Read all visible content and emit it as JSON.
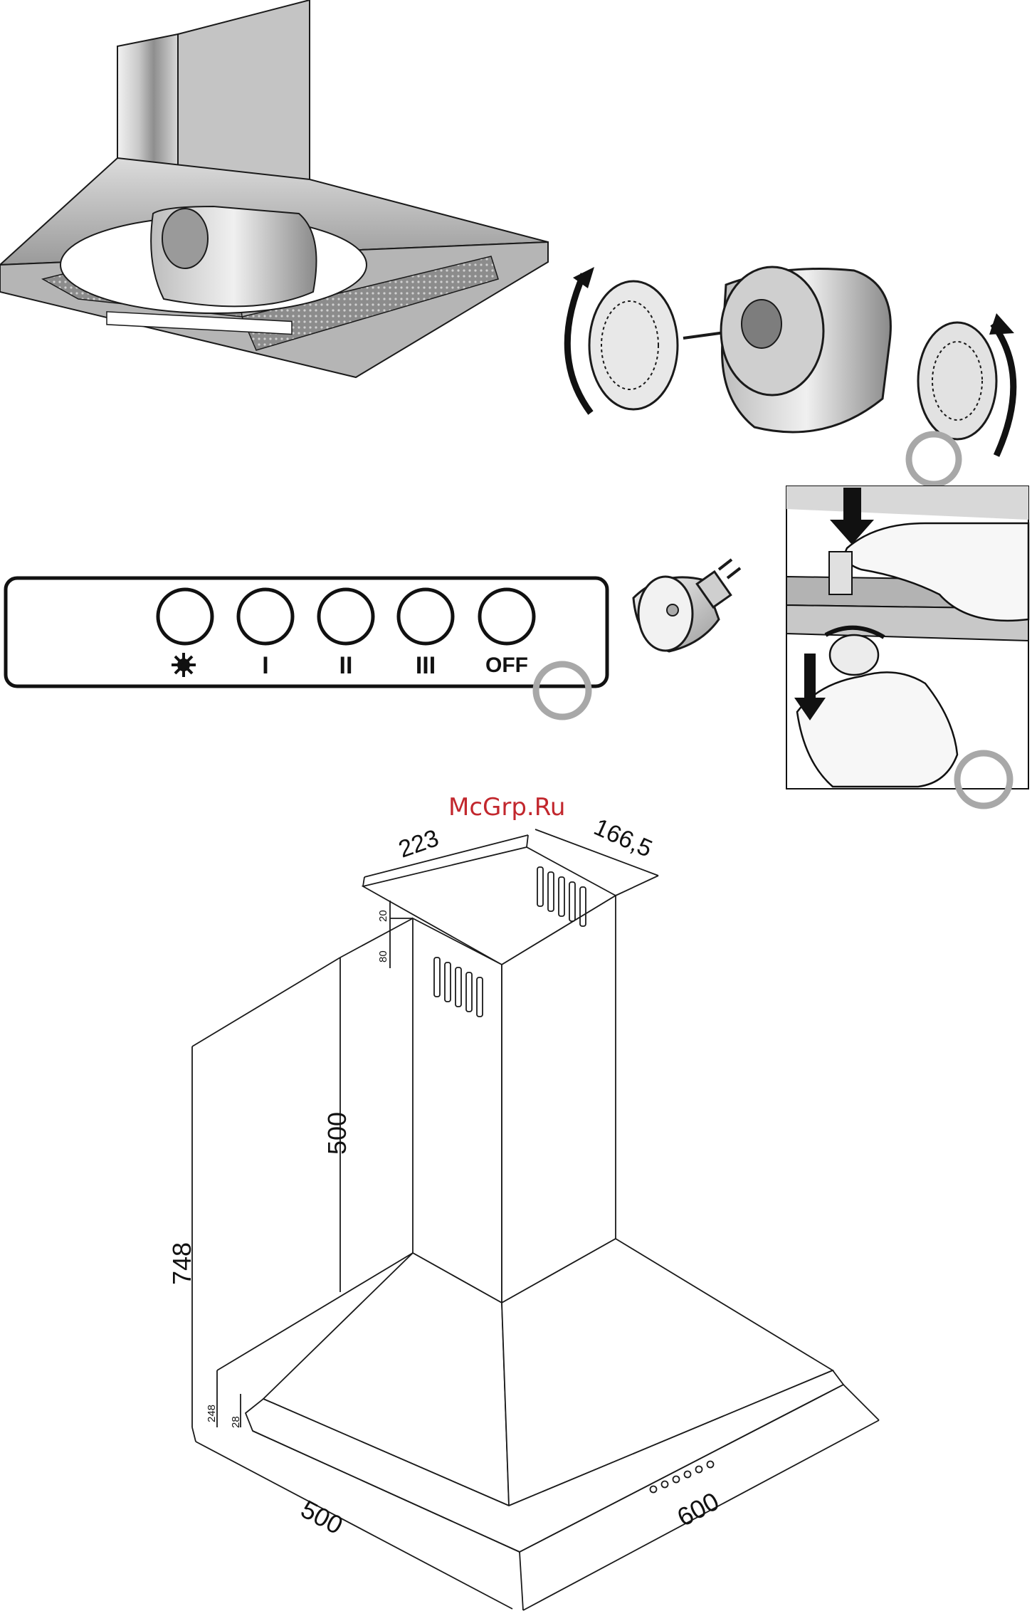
{
  "watermark": "McGrp.Ru",
  "control_panel": {
    "buttons": [
      {
        "label": "",
        "icon": "light-icon"
      },
      {
        "label": "I",
        "icon": ""
      },
      {
        "label": "II",
        "icon": ""
      },
      {
        "label": "III",
        "icon": ""
      },
      {
        "label": "OFF",
        "icon": ""
      }
    ]
  },
  "dimensions": {
    "top_width": "223",
    "top_depth": "166,5",
    "slot_top": "20",
    "slot_height": "80",
    "chimney_height": "500",
    "total_height": "748",
    "canopy_height": "248",
    "rim_height": "28",
    "depth": "500",
    "width": "600"
  },
  "colors": {
    "line": "#1a1a1a",
    "metal_light": "#e6e6e6",
    "metal_mid": "#b8b8b8",
    "metal_dark": "#7a7a7a",
    "callout": "#a8a8a8",
    "watermark": "#c2272d"
  }
}
